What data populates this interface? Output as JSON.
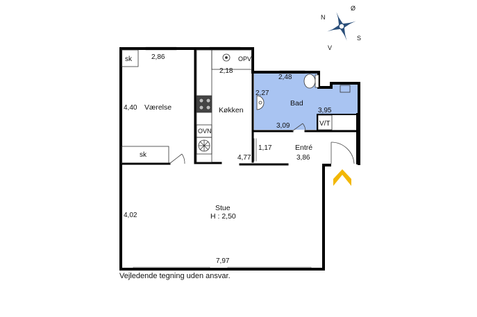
{
  "rooms": {
    "vaerelse": "Værelse",
    "koekken": "Køkken",
    "bad": "Bad",
    "entre": "Entré",
    "stue": "Stue",
    "stue_height": "H : 2,50"
  },
  "dimensions": {
    "vaerelse_width": "2,86",
    "vaerelse_depth": "4,40",
    "koekken_width": "2,18",
    "koekken_depth": "4,77",
    "bad_width": "2,48",
    "bad_depth": "2,27",
    "bad_side": "3,95",
    "bad_bottom": "3,09",
    "entre_depth": "1,17",
    "entre_width": "3,86",
    "stue_depth": "4,02",
    "stue_width": "7,97"
  },
  "fixtures": {
    "sk_top": "sk",
    "sk_bottom": "sk",
    "opv": "OPV",
    "ovn": "OVN",
    "vt": "V/T"
  },
  "compass": {
    "n": "N",
    "o": "Ø",
    "s": "S",
    "v": "V"
  },
  "colors": {
    "bathroom_fill": "#a9c4f2",
    "entry_arrow": "#f2b705",
    "wall": "#000000"
  },
  "disclaimer": "Vejledende tegning uden ansvar."
}
